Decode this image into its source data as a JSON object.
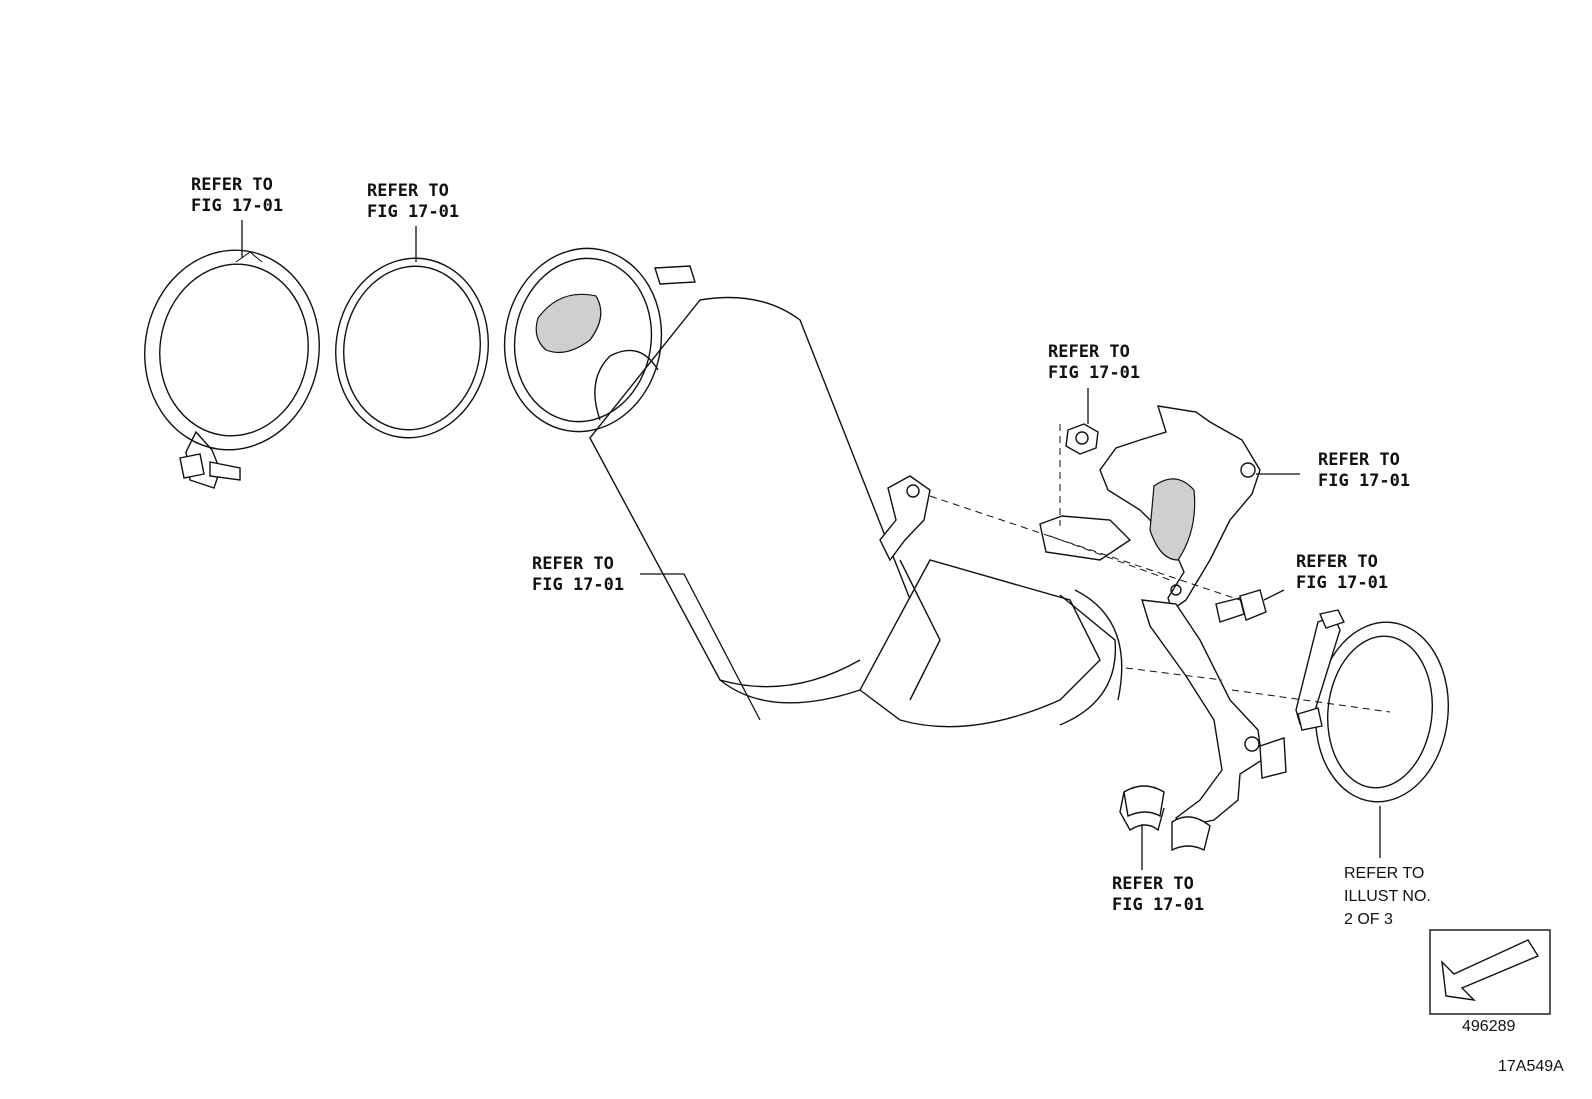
{
  "callouts": {
    "clamp": {
      "line1": "REFER TO",
      "line2": "FIG 17-01"
    },
    "gasket": {
      "line1": "REFER TO",
      "line2": "FIG 17-01"
    },
    "converter": {
      "line1": "REFER TO",
      "line2": "FIG 17-01"
    },
    "nut": {
      "line1": "REFER TO",
      "line2": "FIG 17-01"
    },
    "bracket": {
      "line1": "REFER TO",
      "line2": "FIG 17-01"
    },
    "bolt": {
      "line1": "REFER TO",
      "line2": "FIG 17-01"
    },
    "clip": {
      "line1": "REFER TO",
      "line2": "FIG 17-01"
    },
    "band": {
      "line1": "REFER TO",
      "line2": "ILLUST NO.",
      "line3": "2 OF 3"
    }
  },
  "direction_box": {
    "code": "496289",
    "icon": "arrow-down-left-icon"
  },
  "illustration_code": "17A549A"
}
